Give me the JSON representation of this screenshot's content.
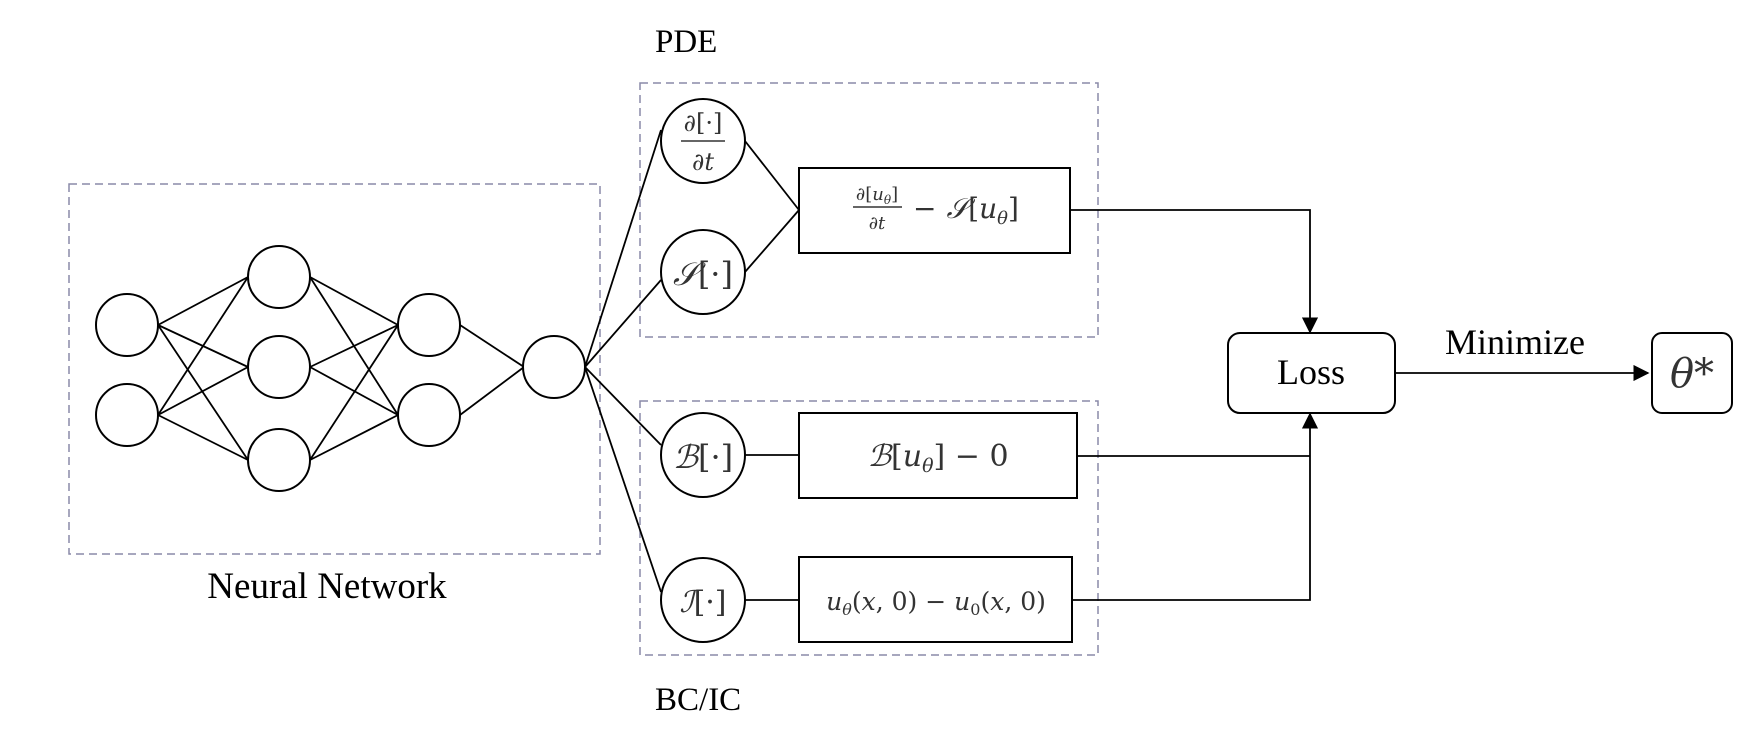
{
  "labels": {
    "pde": "PDE",
    "bcic": "BC/IC",
    "neural_network": "Neural Network",
    "loss": "Loss",
    "minimize": "Minimize",
    "theta_star": "θ*"
  },
  "operators": {
    "time_derivative": "∂[·] / ∂t",
    "source": "𝒮[·]",
    "boundary": "ℬ[·]",
    "initial": "ℐ[·]"
  },
  "residuals": {
    "pde": "∂[uθ]/∂t − 𝒮[uθ]",
    "boundary": "ℬ[uθ] − 0",
    "initial": "uθ(x, 0) − u0(x, 0)"
  }
}
